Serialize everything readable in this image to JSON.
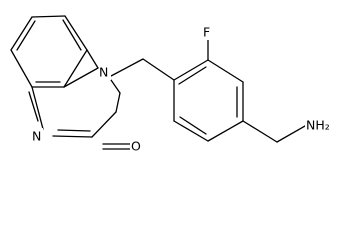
{
  "molecule": {
    "atom_labels": {
      "n1": "N",
      "n4": "N",
      "oxygen": "O",
      "fluorine": "F",
      "amine": "NH₂"
    }
  }
}
